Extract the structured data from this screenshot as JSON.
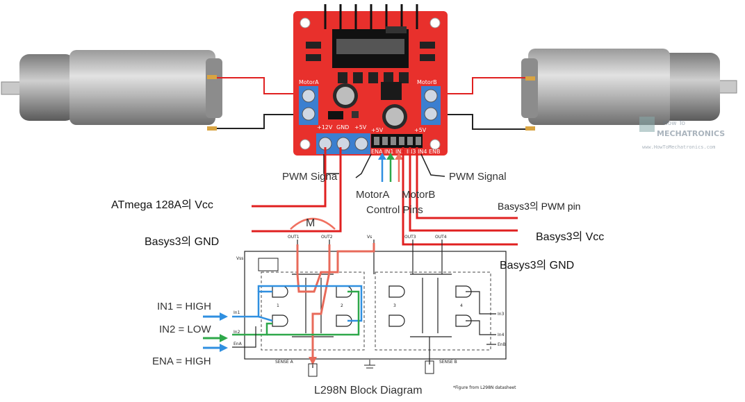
{
  "labels": {
    "pwm_signal_left": "PWM Signa",
    "pwm_signal_right": "PWM Signal",
    "motor_a_ctrl": "MotorA",
    "motor_b_ctrl": "MotorB",
    "control_pins": "Control Pins",
    "atmega_vcc": "ATmega 128A의 Vcc",
    "basys_gnd_left": "Basys3의 GND",
    "basys_pwm": "Basys3의 PWM pin",
    "basys_vcc": "Basys3의 Vcc",
    "basys_gnd_right": "Basys3의 GND",
    "in1": "IN1 = HIGH",
    "in2": "IN2 = LOW",
    "ena": "ENA = HIGH",
    "m_letter": "M",
    "block_diagram_title": "L298N Block Diagram"
  },
  "board": {
    "motor_a": "MotorA",
    "motor_b": "MotorB",
    "v12": "+12V",
    "gnd": "GND",
    "v5": "+5V",
    "header_pins": "ENA IN1 IN2 IN3 IN4 ENB",
    "v5_left": "+5V",
    "v5_right": "+5V"
  },
  "watermark": {
    "line1": "How To",
    "line2": "MECHATRONICS",
    "url": "www.HowToMechatronics.com"
  },
  "block_diagram": {
    "out1": "OUT1",
    "out2": "OUT2",
    "out3": "OUT3",
    "out4": "OUT4",
    "vs": "Vs",
    "vss": "Vss",
    "in1": "In1",
    "in2": "In2",
    "ena": "EnA",
    "in3": "In3",
    "in4": "In4",
    "enb": "EnB",
    "sense_a": "SENSE A",
    "sense_b": "SENSE B",
    "footnote": "*Figure from L298N datasheet",
    "bridge_1": "1",
    "bridge_2": "2",
    "bridge_3": "3",
    "bridge_4": "4"
  },
  "colors": {
    "board_red": "#e8302c",
    "wire_red": "#e02020",
    "arrow_blue": "#2f8fe0",
    "arrow_green": "#2ea84a",
    "arrow_red": "#f07060",
    "terminal_blue": "#3b7fd0"
  }
}
